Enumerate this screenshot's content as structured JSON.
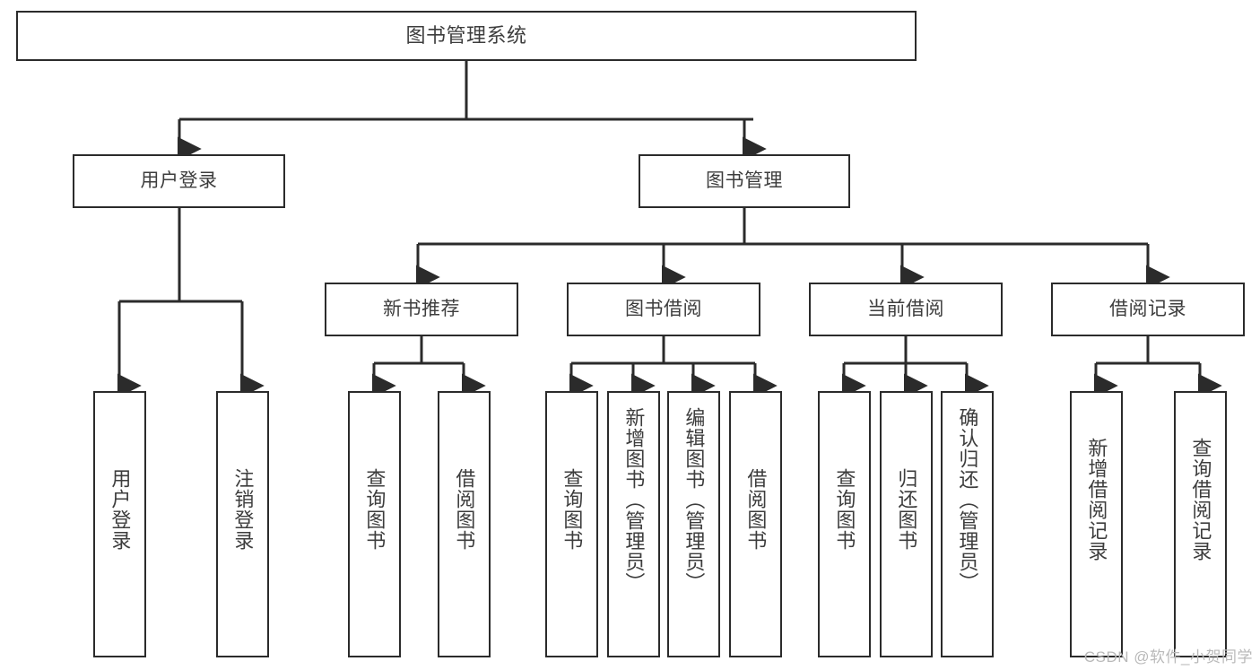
{
  "diagram": {
    "title": "图书管理系统",
    "type": "tree",
    "colors": {
      "box_border": "#2b2b2b",
      "box_fill": "#ffffff",
      "text": "#3d3d3d",
      "connector": "#2b2b2b",
      "watermark": "#b9b9b9",
      "background": "#ffffff"
    },
    "root": {
      "id": "root",
      "label": "图书管理系统"
    },
    "level2": [
      {
        "id": "user-login",
        "label": "用户登录"
      },
      {
        "id": "book-manage",
        "label": "图书管理"
      }
    ],
    "level3": [
      {
        "id": "new-book-recommend",
        "label": "新书推荐",
        "parent": "book-manage"
      },
      {
        "id": "book-borrow",
        "label": "图书借阅",
        "parent": "book-manage"
      },
      {
        "id": "current-borrow",
        "label": "当前借阅",
        "parent": "book-manage"
      },
      {
        "id": "borrow-record",
        "label": "借阅记录",
        "parent": "book-manage"
      }
    ],
    "leaves": [
      {
        "id": "leaf-user-login",
        "label": "用户登录",
        "parent": "user-login"
      },
      {
        "id": "leaf-logout",
        "label": "注销登录",
        "parent": "user-login"
      },
      {
        "id": "leaf-query-book-1",
        "label": "查询图书",
        "parent": "new-book-recommend"
      },
      {
        "id": "leaf-borrow-book-1",
        "label": "借阅图书",
        "parent": "new-book-recommend"
      },
      {
        "id": "leaf-query-book-2",
        "label": "查询图书",
        "parent": "book-borrow"
      },
      {
        "id": "leaf-add-book",
        "label": "新增图书（管理员）",
        "parent": "book-borrow"
      },
      {
        "id": "leaf-edit-book",
        "label": "编辑图书（管理员）",
        "parent": "book-borrow"
      },
      {
        "id": "leaf-borrow-book-2",
        "label": "借阅图书",
        "parent": "book-borrow"
      },
      {
        "id": "leaf-query-book-3",
        "label": "查询图书",
        "parent": "current-borrow"
      },
      {
        "id": "leaf-return-book",
        "label": "归还图书",
        "parent": "current-borrow"
      },
      {
        "id": "leaf-confirm-return",
        "label": "确认归还（管理员）",
        "parent": "current-borrow"
      },
      {
        "id": "leaf-add-record",
        "label": "新增借阅记录",
        "parent": "borrow-record"
      },
      {
        "id": "leaf-query-record",
        "label": "查询借阅记录",
        "parent": "borrow-record"
      }
    ],
    "watermark": "CSDN @软件_小贺同学"
  }
}
